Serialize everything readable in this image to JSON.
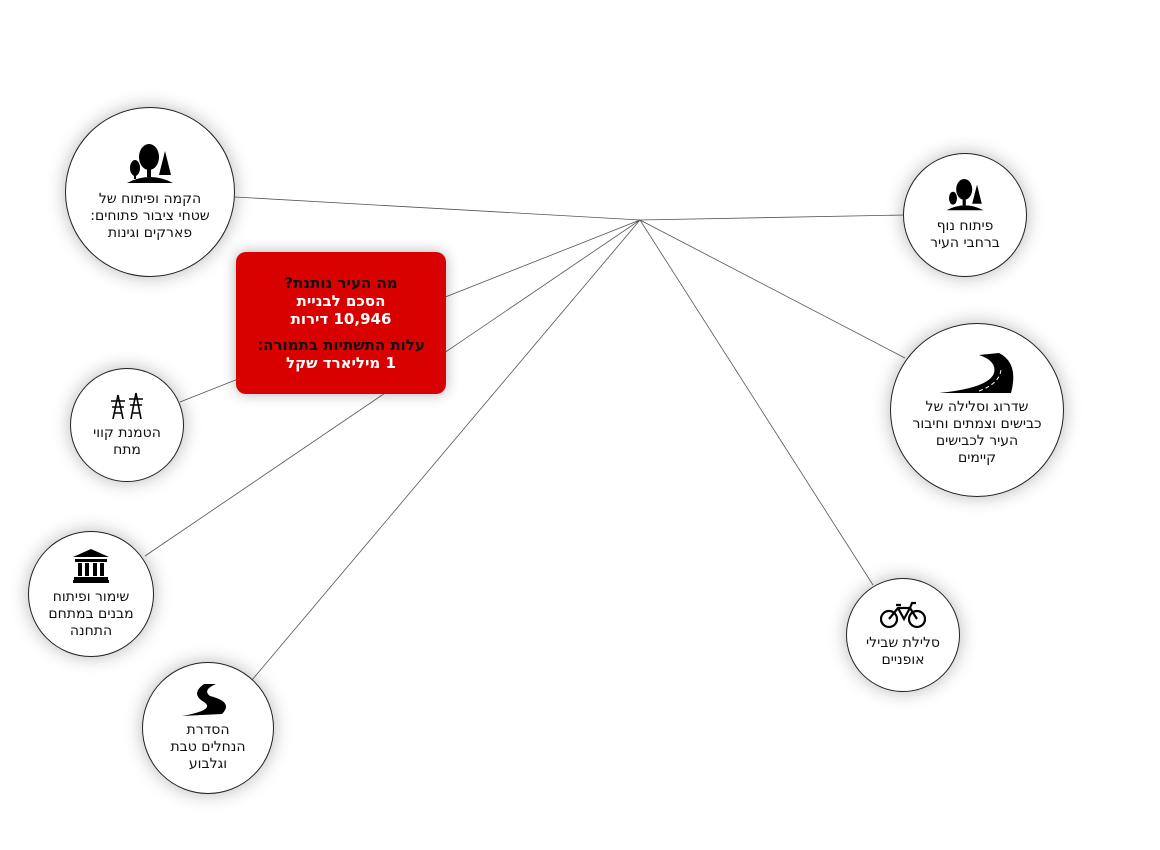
{
  "center_box": {
    "question": "מה העיר נותנת?",
    "agreement_line1": "הסכם לבניית",
    "agreement_line2": "10,946 דירות",
    "cost_label": "עלות התשתיות בתמורה:",
    "cost_value": "1 מיליארד שקל",
    "color": "#d90000"
  },
  "nodes": [
    {
      "icon": "trees-icon",
      "label": "הקמה ופיתוח של\nשטחי ציבור פתוחים:\nפארקים וגינות"
    },
    {
      "icon": "trees-icon",
      "label": "פיתוח נוף\nברחבי העיר"
    },
    {
      "icon": "road-icon",
      "label": "שדרוג וסלילה של\nכבישים וצמתים וחיבור\nהעיר לכבישים\nקיימים"
    },
    {
      "icon": "bicycle-icon",
      "label": "סלילת שבילי\nאופניים"
    },
    {
      "icon": "power-line-icon",
      "label": "הטמנת קווי\nמתח"
    },
    {
      "icon": "building-icon",
      "label": "שימור ופיתוח\nמבנים במתחם\nהתחנה"
    },
    {
      "icon": "stream-icon",
      "label": "הסדרת\nהנחלים טבת\nוגלבוע"
    }
  ]
}
